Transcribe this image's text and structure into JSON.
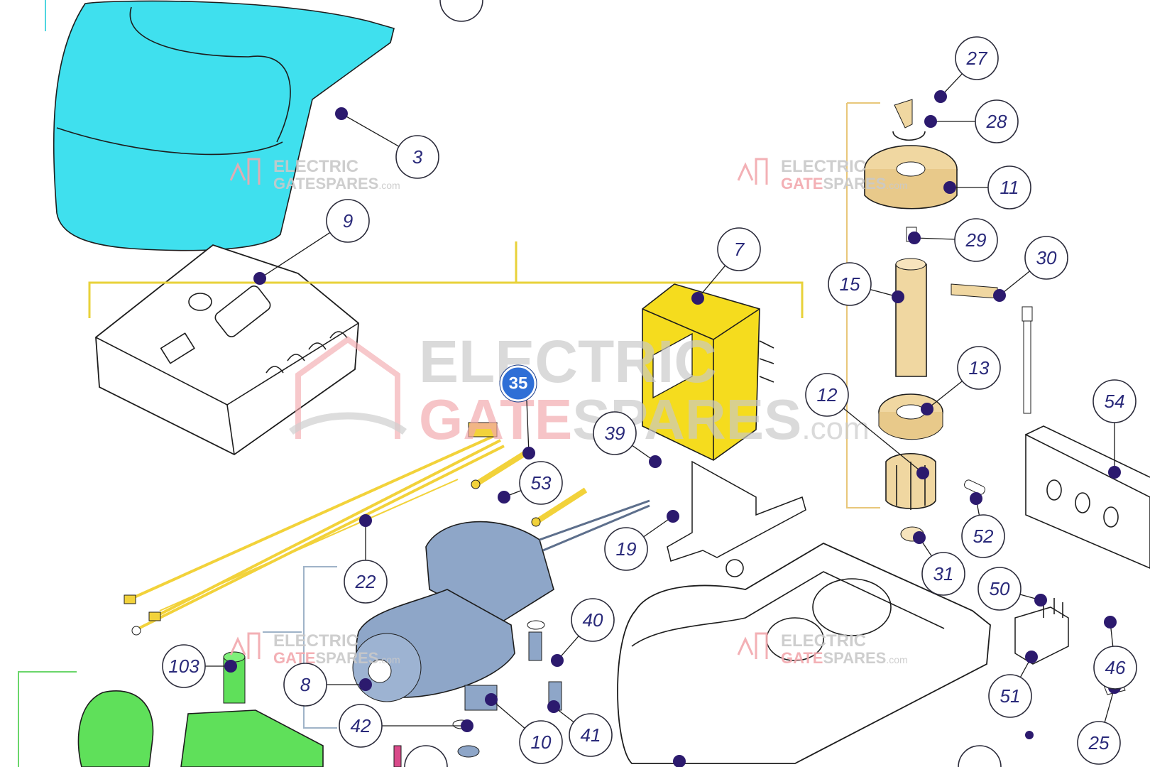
{
  "watermark": {
    "line1": "ELECTRIC",
    "line2_a": "GATE",
    "line2_b": "SPARES",
    "line2_c": ".com"
  },
  "callouts": [
    {
      "id": "c3",
      "label": "3"
    },
    {
      "id": "c9",
      "label": "9"
    },
    {
      "id": "c7",
      "label": "7"
    },
    {
      "id": "c27",
      "label": "27"
    },
    {
      "id": "c28",
      "label": "28"
    },
    {
      "id": "c11",
      "label": "11"
    },
    {
      "id": "c29",
      "label": "29"
    },
    {
      "id": "c30",
      "label": "30"
    },
    {
      "id": "c15",
      "label": "15"
    },
    {
      "id": "c13",
      "label": "13"
    },
    {
      "id": "c12",
      "label": "12"
    },
    {
      "id": "c54",
      "label": "54"
    },
    {
      "id": "c52",
      "label": "52"
    },
    {
      "id": "c31",
      "label": "31"
    },
    {
      "id": "c50",
      "label": "50"
    },
    {
      "id": "c46",
      "label": "46"
    },
    {
      "id": "c51",
      "label": "51"
    },
    {
      "id": "c25",
      "label": "25"
    },
    {
      "id": "c39",
      "label": "39"
    },
    {
      "id": "c53",
      "label": "53"
    },
    {
      "id": "c19",
      "label": "19"
    },
    {
      "id": "c22",
      "label": "22"
    },
    {
      "id": "c40",
      "label": "40"
    },
    {
      "id": "c103",
      "label": "103"
    },
    {
      "id": "c8",
      "label": "8"
    },
    {
      "id": "c42",
      "label": "42"
    },
    {
      "id": "c10",
      "label": "10"
    },
    {
      "id": "c41",
      "label": "41"
    }
  ],
  "badge": {
    "label": "35",
    "color": "#2f6fd6"
  },
  "colors": {
    "cover": "#3fe0ee",
    "transformer": "#f5dc1e",
    "brass": "#f0d7a1",
    "motor": "#8ea6c8",
    "wire": "#f2d23a",
    "green": "#5fe05a",
    "watermark_red": "#f2a7ad",
    "watermark_grey": "#c9c9c9"
  }
}
